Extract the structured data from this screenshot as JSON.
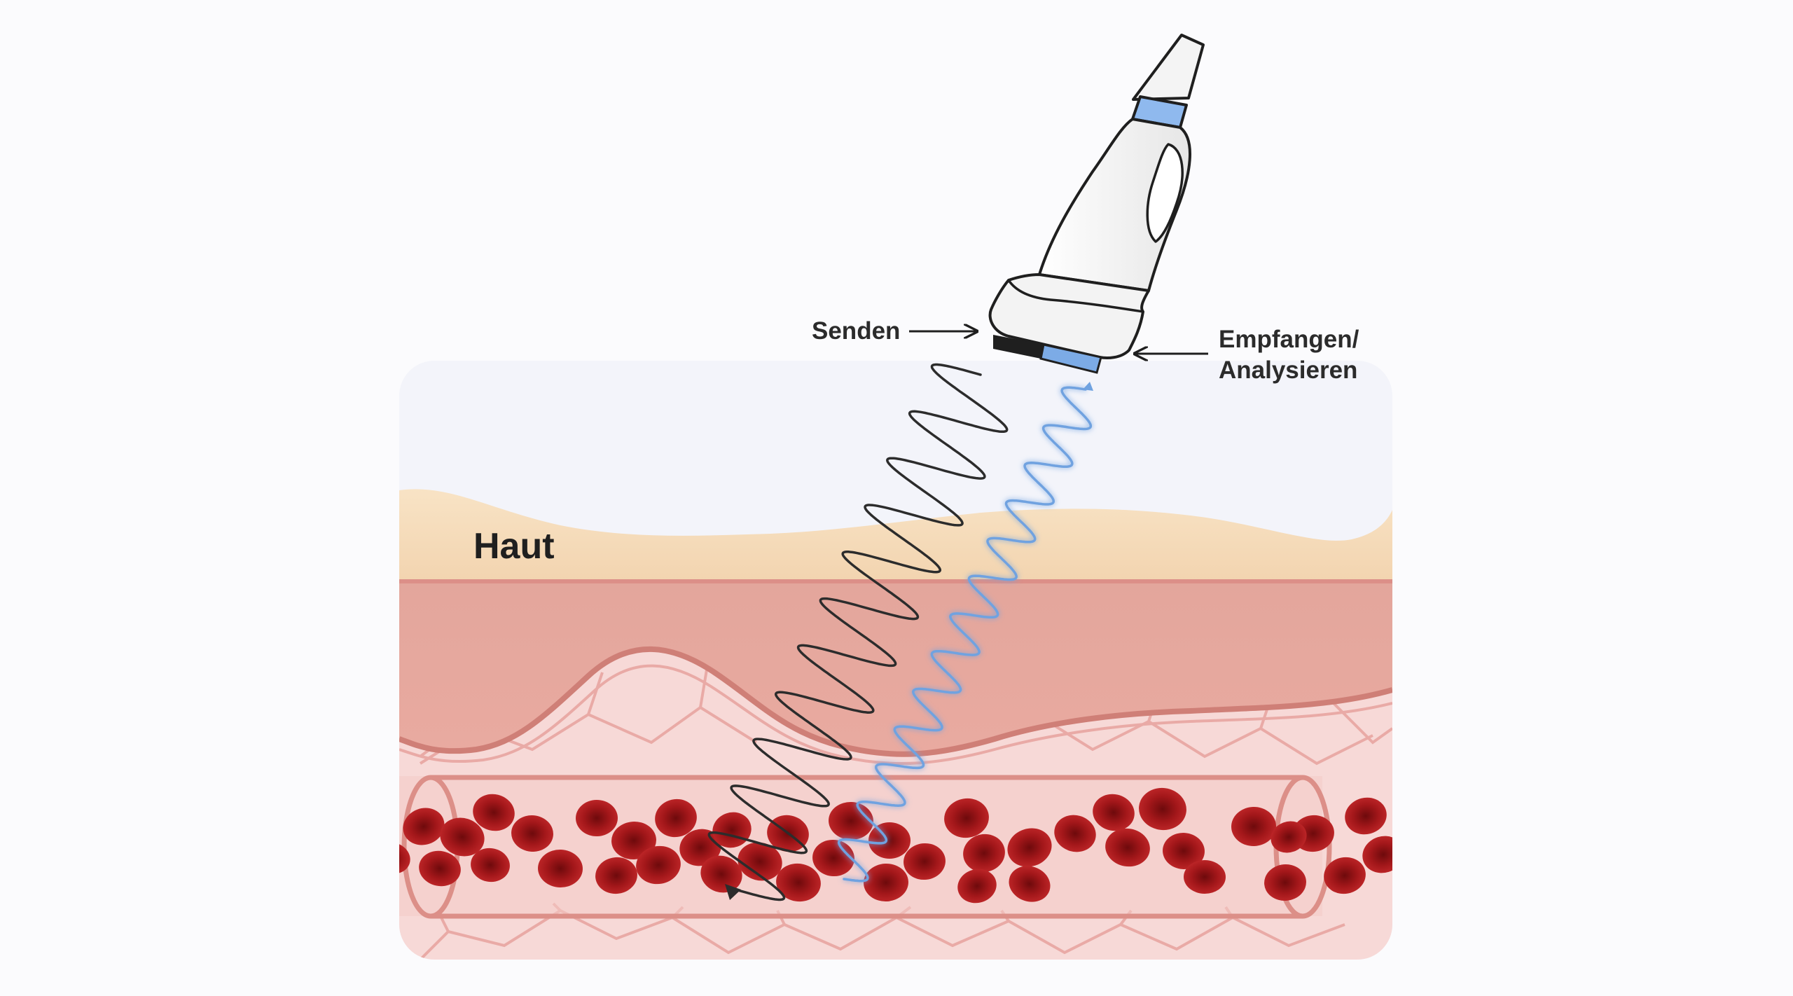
{
  "labels": {
    "send": "Senden",
    "receive_line1": "Empfangen/",
    "receive_line2": "Analysieren",
    "skin": "Haut"
  },
  "colors": {
    "page_background": "#fbfbfd",
    "gel_layer": "#f3f4fa",
    "skin_layer": "#f4dcb8",
    "dermis_layer": "#e7a89f",
    "tissue": "#f7d9d7",
    "tissue_lines": "#e9a9a5",
    "blood_cell": "#a3171a",
    "vessel_outline": "#dc8f88",
    "transmit_wave": "#2c2c2c",
    "echo_wave": "#6fa2e0",
    "probe_body": "#f2f2f2",
    "probe_accent": "#7cabe6"
  },
  "icons": {
    "probe": "ultrasound-probe-icon",
    "send_arrow": "arrow-right-icon",
    "receive_arrow": "arrow-left-icon"
  }
}
